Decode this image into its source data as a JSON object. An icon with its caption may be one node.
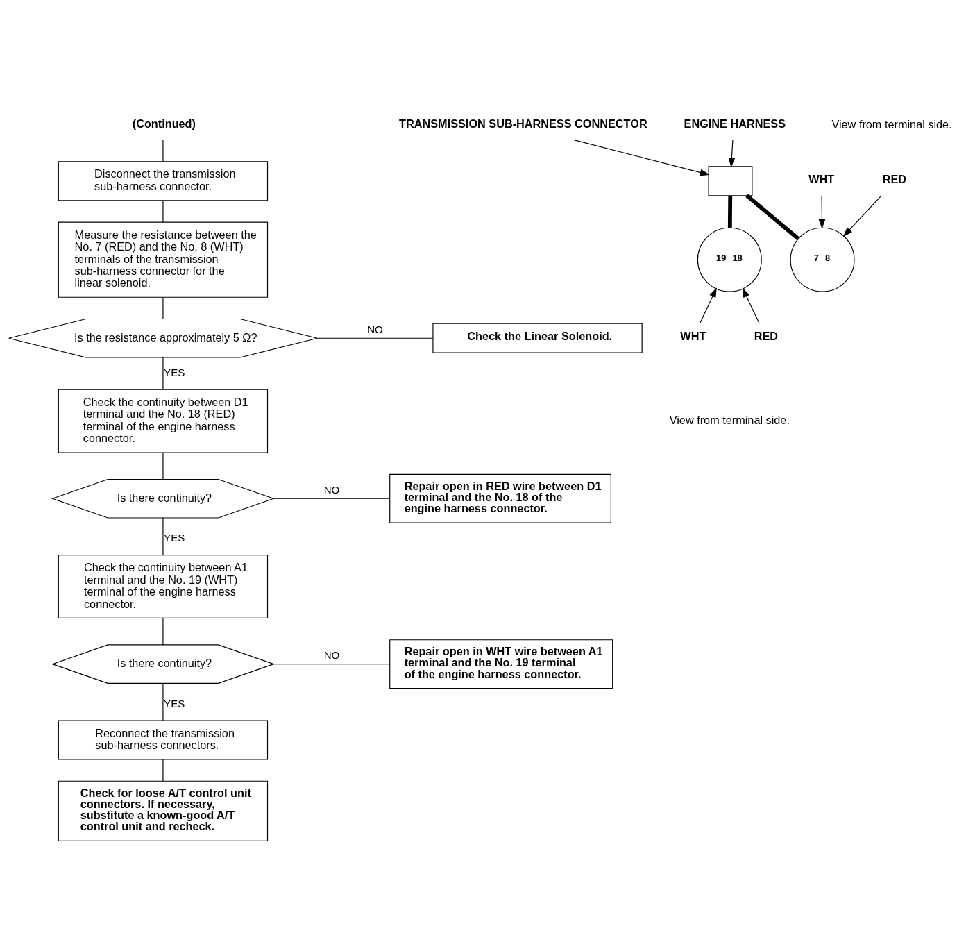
{
  "diagram": {
    "nodes": [
      {
        "text": [
          "(Continued)"
        ]
      },
      {
        "text": [
          "Disconnect the transmission sub-harness connector."
        ]
      },
      {
        "text": [
          "Measure the resistance between the No. 7 (RED) and the No. 8 (WHT) terminals of the transmission sub-harness connector for the linear solenoid."
        ]
      },
      {
        "text": [
          "Is the resistance approximately 5 Ω?"
        ]
      },
      {
        "text": [
          "Check the Linear Solenoid."
        ]
      },
      {
        "text": [
          "Check the continuity between D1 terminal and the No. 18 (RED) terminal of the engine harness connector."
        ]
      },
      {
        "text": [
          "Is there continuity?"
        ]
      },
      {
        "text": [
          "Repair open in RED wire between D1 terminal and the No. 18 of the engine harness connector."
        ]
      },
      {
        "text": [
          "Check the continuity between A1 terminal and the No. 19 (WHT) terminal of the engine harness connector."
        ]
      },
      {
        "text": [
          "Is there continuity?"
        ]
      },
      {
        "text": [
          "Repair open in WHT wire between A1 terminal and the No. 19 terminal of the engine harness connector."
        ]
      },
      {
        "text": [
          "Reconnect the transmission sub-harness connectors."
        ]
      },
      {
        "text": [
          "Check for loose A/T control unit connectors. If necessary, substitute a known-good A/T control unit and recheck."
        ]
      },
      {
        "text": [
          "TRANSMISSION SUB-HARNESS CONNECTOR"
        ]
      },
      {
        "text": [
          "ENGINE HARNESS"
        ]
      },
      {
        "text": [],
        "shape": "box"
      },
      {
        "text": [
          "7",
          "8"
        ]
      },
      {
        "text": [
          "19",
          "18"
        ]
      },
      {
        "text": [
          "RED"
        ]
      },
      {
        "text": [
          "WHT"
        ]
      },
      {
        "text": [
          "WHT"
        ]
      },
      {
        "text": [
          "RED"
        ]
      }
    ],
    "edges": [
      {
        "from": 0,
        "to": 1,
        "arrow": "none"
      },
      {
        "from": 1,
        "to": 2,
        "arrow": "none"
      },
      {
        "from": 2,
        "to": 3,
        "arrow": "none"
      },
      {
        "from": 3,
        "to": 4,
        "arrow": "none",
        "label": "NO"
      },
      {
        "from": 3,
        "to": 5,
        "arrow": "none",
        "label": "YES"
      },
      {
        "from": 5,
        "to": 6,
        "arrow": "none"
      },
      {
        "from": 6,
        "to": 7,
        "arrow": "none",
        "label": "NO"
      },
      {
        "from": 6,
        "to": 8,
        "arrow": "none",
        "label": "YES"
      },
      {
        "from": 8,
        "to": 9,
        "arrow": "none"
      },
      {
        "from": 9,
        "to": 10,
        "arrow": "none",
        "label": "NO"
      },
      {
        "from": 9,
        "to": 11,
        "arrow": "none",
        "label": "YES"
      },
      {
        "from": 11,
        "to": 12,
        "arrow": "none"
      },
      {
        "from": 13,
        "to": 15,
        "arrow": "to"
      },
      {
        "from": 14,
        "to": 15,
        "arrow": "to"
      },
      {
        "from": 15,
        "to": 16,
        "arrow": "none",
        "style": "thick"
      },
      {
        "from": 15,
        "to": 17,
        "arrow": "none",
        "style": "thick"
      },
      {
        "from": 18,
        "to": 16,
        "arrow": "to"
      },
      {
        "from": 19,
        "to": 16,
        "arrow": "to"
      },
      {
        "from": 20,
        "to": 17,
        "arrow": "to"
      },
      {
        "from": 21,
        "to": 17,
        "arrow": "to"
      }
    ],
    "labels": [
      "View from terminal side.",
      "View from terminal side."
    ]
  }
}
